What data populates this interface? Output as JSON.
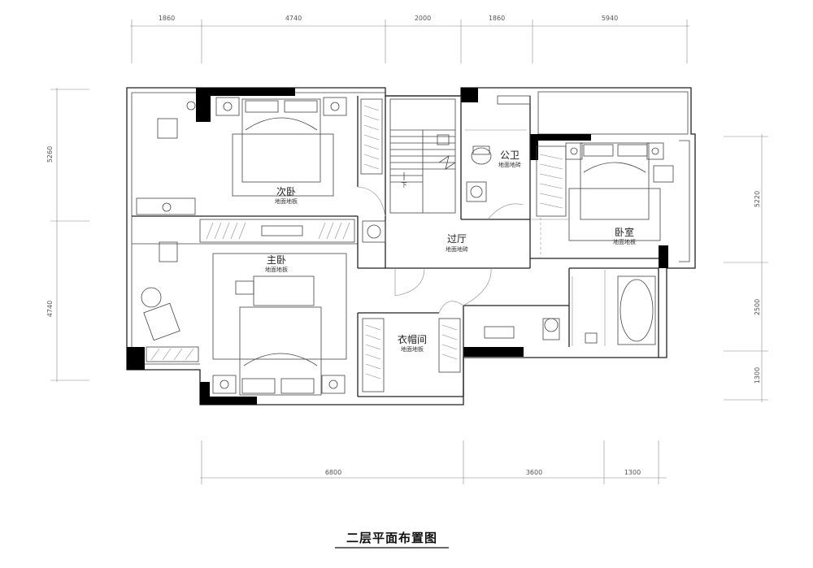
{
  "title": "二层平面布置图",
  "dimensions": {
    "top": [
      "1860",
      "4740",
      "2000",
      "1860",
      "5940"
    ],
    "bottom": [
      "6800",
      "3600",
      "1300"
    ],
    "left": [
      "5260",
      "4740"
    ],
    "right": [
      "5220",
      "2500",
      "1300"
    ]
  },
  "rooms": {
    "second_bedroom": {
      "name": "次卧",
      "floor": "地面地板"
    },
    "master_bedroom": {
      "name": "主卧",
      "floor": "地面地板"
    },
    "public_bath": {
      "name": "公卫",
      "floor": "地面地砖"
    },
    "bedroom": {
      "name": "卧室",
      "floor": "地面地板"
    },
    "hall": {
      "name": "过厅",
      "floor": "地面地砖"
    },
    "closet": {
      "name": "衣帽间",
      "floor": "地面地板"
    }
  },
  "stair": {
    "down_label": "下"
  }
}
